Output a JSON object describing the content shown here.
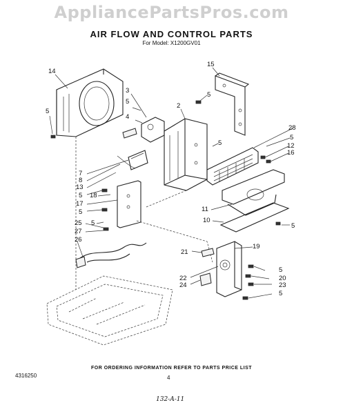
{
  "watermark": "AppliancePartsPros.com",
  "title": "AIR FLOW AND CONTROL PARTS",
  "subtitle": "For Model: X1200GV01",
  "footer_note": "FOR ORDERING INFORMATION REFER TO PARTS PRICE LIST",
  "doc_code": "4316250",
  "page_number": "4",
  "handwritten_note": "132-A-11",
  "callouts": [
    {
      "id": "c-14",
      "label": "14"
    },
    {
      "id": "c-5-a",
      "label": "5"
    },
    {
      "id": "c-15",
      "label": "15"
    },
    {
      "id": "c-5-b",
      "label": "5"
    },
    {
      "id": "c-3",
      "label": "3"
    },
    {
      "id": "c-5-c",
      "label": "5"
    },
    {
      "id": "c-4",
      "label": "4"
    },
    {
      "id": "c-2",
      "label": "2"
    },
    {
      "id": "c-28",
      "label": "28"
    },
    {
      "id": "c-5-d",
      "label": "5"
    },
    {
      "id": "c-12",
      "label": "12"
    },
    {
      "id": "c-16",
      "label": "16"
    },
    {
      "id": "c-5-e",
      "label": "5"
    },
    {
      "id": "c-7",
      "label": "7"
    },
    {
      "id": "c-8",
      "label": "8"
    },
    {
      "id": "c-13",
      "label": "13"
    },
    {
      "id": "c-5-f",
      "label": "5"
    },
    {
      "id": "c-18",
      "label": "18"
    },
    {
      "id": "c-17",
      "label": "17"
    },
    {
      "id": "c-5-g",
      "label": "5"
    },
    {
      "id": "c-11",
      "label": "11"
    },
    {
      "id": "c-10",
      "label": "10"
    },
    {
      "id": "c-5-h",
      "label": "5"
    },
    {
      "id": "c-25",
      "label": "25"
    },
    {
      "id": "c-5-i",
      "label": "5"
    },
    {
      "id": "c-27",
      "label": "27"
    },
    {
      "id": "c-26",
      "label": "26"
    },
    {
      "id": "c-21",
      "label": "21"
    },
    {
      "id": "c-19",
      "label": "19"
    },
    {
      "id": "c-5-j",
      "label": "5"
    },
    {
      "id": "c-20",
      "label": "20"
    },
    {
      "id": "c-22",
      "label": "22"
    },
    {
      "id": "c-23",
      "label": "23"
    },
    {
      "id": "c-24",
      "label": "24"
    },
    {
      "id": "c-5-k",
      "label": "5"
    }
  ]
}
